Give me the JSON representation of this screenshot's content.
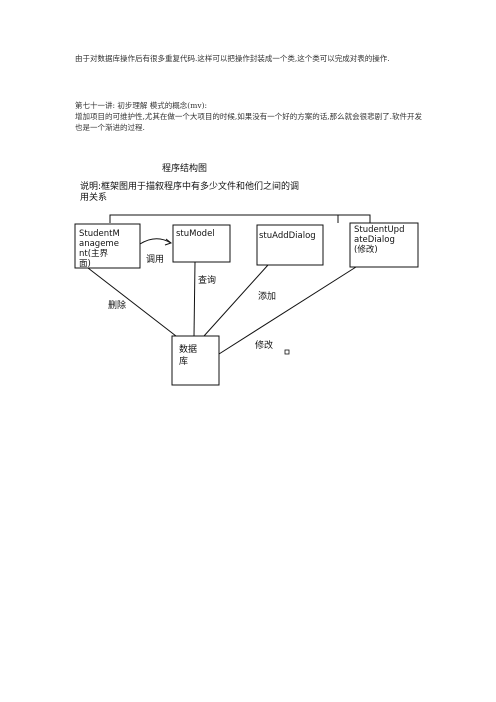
{
  "paragraphs": {
    "intro": "由于对数据库操作后有很多重复代码.这样可以把操作封装成一个类,这个类可以完成对表的操作.",
    "lecture_title": "第七十一讲: 初步理解  模式的概念(mv):",
    "lecture_body": "增加项目的可维护性,尤其在做一个大项目的时候,如果没有一个好的方案的话,那么就会很悲剧了.软件开发也是一个渐进的过程."
  },
  "diagram": {
    "title": "程序结构图",
    "note_line1": "说明:框架图用于描叙程序中有多少文件和他们之间的调",
    "note_line2": "用关系",
    "boxes": {
      "manager": [
        "StudentM",
        "anageme",
        "nt(主界",
        "面)"
      ],
      "model": "stuModel",
      "add_dialog": "stuAddDialog",
      "update_dialog": [
        "StudentUpd",
        "ateDialog",
        "(修改)"
      ],
      "database": [
        "数据",
        "库"
      ]
    },
    "edge_labels": {
      "call": "调用",
      "delete": "删除",
      "query": "查询",
      "add": "添加",
      "modify": "修改"
    }
  }
}
